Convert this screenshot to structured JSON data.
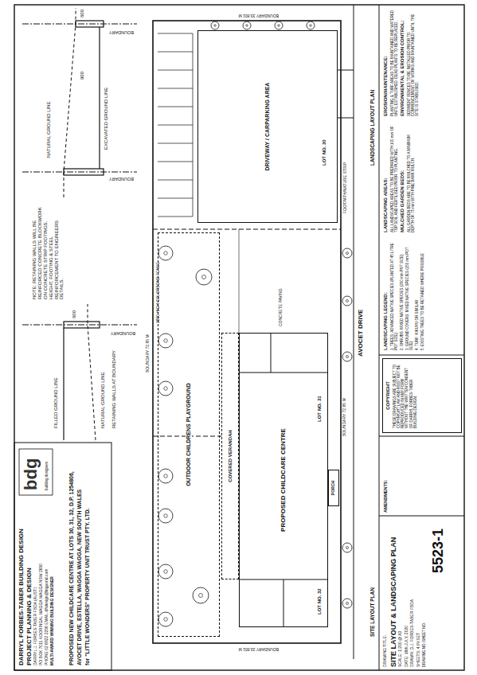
{
  "diagram": {
    "title": "SITE LAYOUT & LANDSCAPING PLAN",
    "nodes": [
      {
        "text": [
          "OUTDOOR CHILDRENS PLAYGROUND"
        ]
      },
      {
        "text": [
          "COVERED VERANDAH"
        ]
      },
      {
        "text": [
          "PROPOSED CHILDCARE CENTRE"
        ]
      },
      {
        "text": [
          "PORCH"
        ]
      },
      {
        "text": [
          "DRIVEWAY / CARPARKING AREA"
        ]
      },
      {
        "text": [
          "COPYRIGHT",
          "THESE DRAWINGS ARE SUBJECT TO COPYRIGHT LAW AND MUST NOT BE REPRODUCED IN ANY FORM WITHOUT THE WRITTEN CONSENT OF DARRYL FORBES-TABER BUILDING DESIGN."
        ]
      }
    ],
    "labels": [
      "DARRYL FORBES-TABER BUILDING DESIGN",
      "PROJECT PLANNING & DESIGN",
      "DARRYL J. FORBES-TABER FBDA (AUST.)",
      "PO BOX 7011 KOORINGAL WAGGA WAGGA NSW 2650",
      "PHONE 02 6922 2256 EMAIL dftdesign@bigpond.com",
      "MULTI-AWARD WINNING BUILDING DESIGNER",
      "bdg",
      "building designers",
      "PROPOSED NEW CHILDCARE CENTRE AT LOTS 30, 31, 32, D.P. 1254806,",
      "AVOCET DRIVE, ESTELLA, WAGGA WAGGA, NEW SOUTH WALES",
      "for \"LITTLE WONDERS\" PROPERTY UNIT TRUST PTY. LTD.",
      "DRAWING TITLE:",
      "SCALE: 1:200 @ A3",
      "DATE: 16th JULY, 2020",
      "DRAWN: D.J. FORBES-TABER FBDA",
      "SHEETS: 4 IN SET",
      "DRAWING NO./SHEET NO.",
      "5523-1",
      "AMENDMENTS:",
      "LOT NO. 32",
      "LOT NO. 31",
      "LOT NO. 30",
      "BOUNDARY 72.95 M",
      "BOUNDARY 33.801 M",
      "BOUNDARY 33.801 M",
      "BOUNDARY 72.95 M",
      "FOOTPATH/NATURE STRIP",
      "AVOCET DRIVE",
      "1800 HIGH COLORBOND FENCE",
      "CONCRETE PAVING",
      "SITE LAYOUT PLAN",
      "LANDSCAPING LAYOUT PLAN",
      "NATURAL GROUND LINE",
      "EXCAVATED GROUND LINE",
      "BOUNDARY",
      "BOUNDARY",
      "600",
      "900",
      "FILLED GROUND LINE",
      "NATURAL GROUND LINE",
      "RETAINING WALLS AT BOUNDARY",
      "BOUNDARY",
      "600",
      "NOTE: RETAINING WALLS WILL BE REINFORCED CONCRETE BLOCKWORK ON CONCRETE STRIP FOOTINGS. HEIGHT, FOOTING & STEEL REINFORCEMENT TO ENGINEERS DETAILS.",
      "LANDSCAPING LEGEND:",
      "1. TREES: ADVANCED NATIVE SPECIES (PLANTED AT 45 LITRE POT SIZE)",
      "2. SHRUBS: MIXED NATIVE SPECIES (200 mm POT SIZE)",
      "3. GROUND COVERS: MIXED NATIVE SPECIES (150 mm POT SIZE)",
      "4. TURF: KIKUYU OR SIMILAR",
      "5. EXISTING TREES TO BE RETAINED WHERE POSSIBLE",
      "LANDSCAPING AREAS:",
      "ALL LANDSCAPED AREAS TO BE PREPARED WITH 100 mm OF TOP SOIL AND FERTILISED PRIOR TO PLANTING.",
      "MULCHED GARDEN BEDS:",
      "ALL GARDEN BEDS ARE TO BE MULCHED TO A MINIMUM DEPTH OF 75 mm WITH PINE BARK MULCH.",
      "EROSION/MAINTENANCE:",
      "PLANTING & TURF AREAS TO BE MAINTAINED AND WATERED UNTIL ESTABLISHED. DEAD PLANTS TO BE REPLACED.",
      "ENVIRONMENTAL & EROSION CONTROL:",
      "SEDIMENT FENCES TO BE INSTALLED PRIOR TO COMMENCEMENT OF WORKS AND MAINTAINED UNTIL THE SITE IS STABILISED."
    ]
  }
}
